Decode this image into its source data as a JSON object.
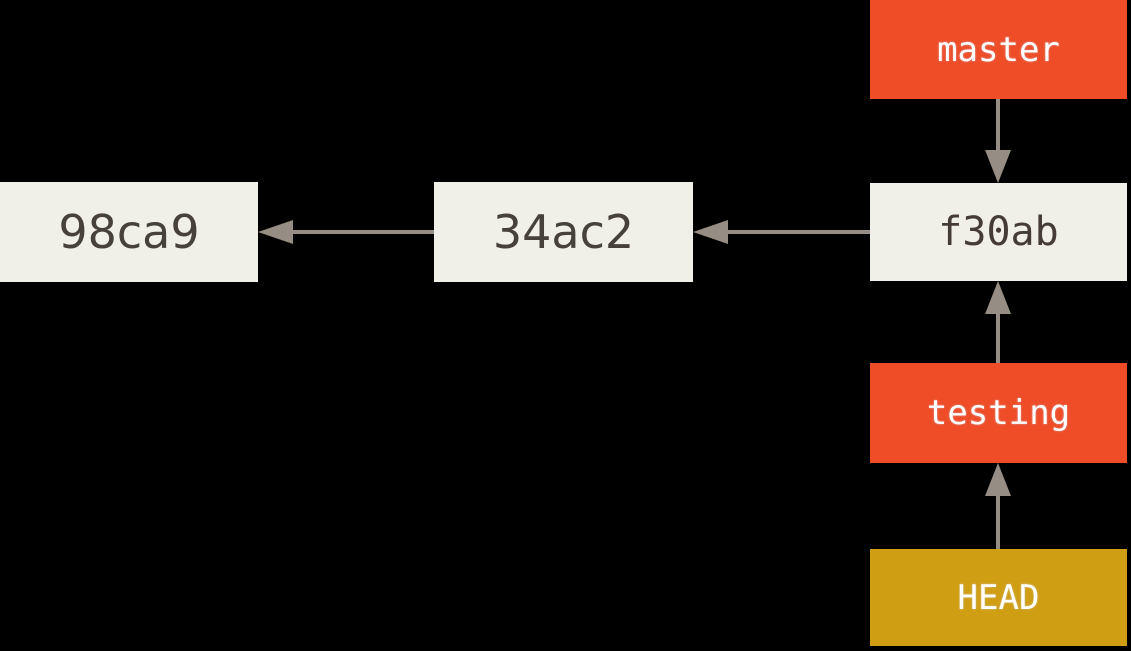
{
  "diagram": {
    "type": "git-commit-graph",
    "background_color": "#000000",
    "commits": [
      {
        "id": "98ca9",
        "label": "98ca9",
        "fill": "#f0efe8",
        "text_color": "#46413b"
      },
      {
        "id": "34ac2",
        "label": "34ac2",
        "fill": "#f0efe8",
        "text_color": "#46413b"
      },
      {
        "id": "f30ab",
        "label": "f30ab",
        "fill": "#f0efe8",
        "text_color": "#453c35"
      }
    ],
    "refs": [
      {
        "name": "master",
        "label": "master",
        "points_to": "f30ab",
        "fill": "#ee4d27",
        "text_color": "#ffffff"
      },
      {
        "name": "testing",
        "label": "testing",
        "points_to": "f30ab",
        "fill": "#ee4d27",
        "text_color": "#ffffff"
      },
      {
        "name": "HEAD",
        "label": "HEAD",
        "points_to": "testing",
        "fill": "#d09e13",
        "text_color": "#ffffff"
      }
    ],
    "edges": [
      {
        "from": "34ac2",
        "to": "98ca9",
        "kind": "parent-pointer",
        "direction": "left"
      },
      {
        "from": "f30ab",
        "to": "34ac2",
        "kind": "parent-pointer",
        "direction": "left"
      },
      {
        "from": "master",
        "to": "f30ab",
        "kind": "ref-pointer",
        "direction": "down"
      },
      {
        "from": "testing",
        "to": "f30ab",
        "kind": "ref-pointer",
        "direction": "up"
      },
      {
        "from": "HEAD",
        "to": "testing",
        "kind": "ref-pointer",
        "direction": "up"
      }
    ],
    "arrow_color": "#968e84"
  }
}
